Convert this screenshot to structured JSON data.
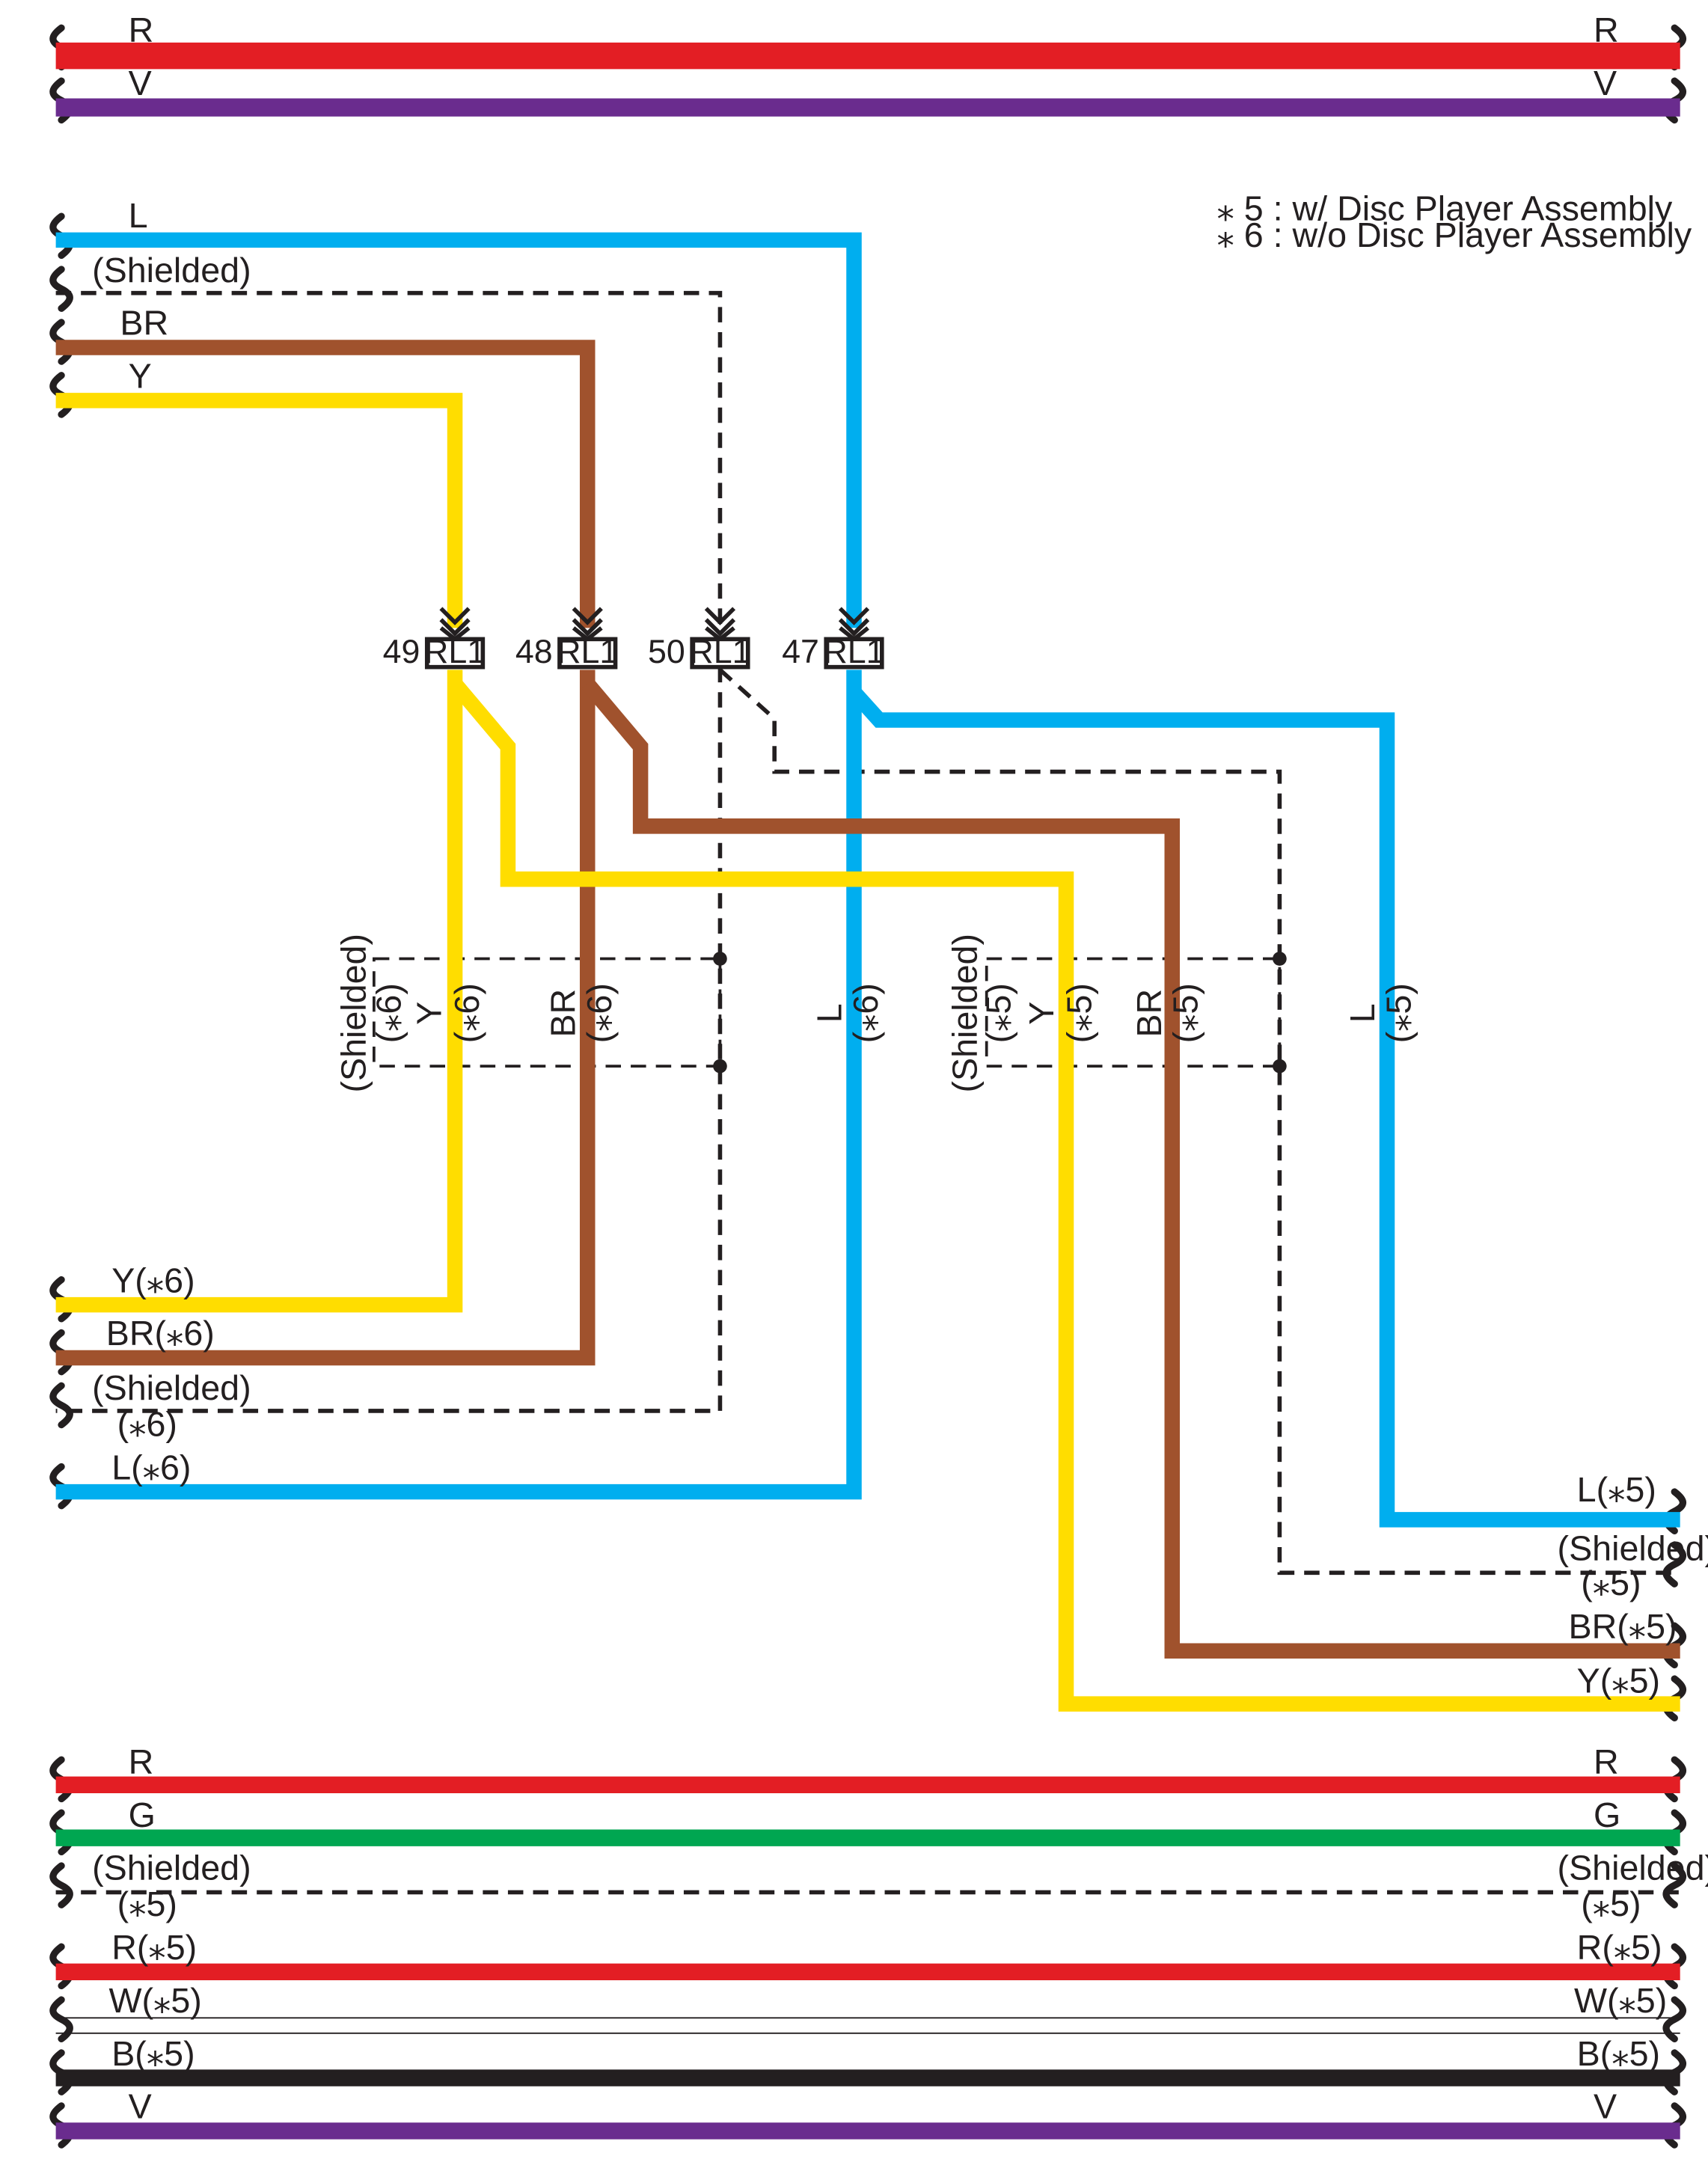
{
  "colors": {
    "R": "#e31e24",
    "V": "#6a2c8e",
    "L": "#00aeef",
    "BR": "#a0522d",
    "Y": "#ffdd00",
    "G": "#00a651",
    "B": "#231f20",
    "W": "#ffffff",
    "line": "#231f20"
  },
  "notes": {
    "n5": "⁎ 5 : w/ Disc Player Assembly",
    "n6": "⁎ 6 : w/o Disc Player Assembly"
  },
  "top_wires": {
    "r_left": "R",
    "r_right": "R",
    "v_left": "V",
    "v_right": "V"
  },
  "upper_inputs": {
    "l": "L",
    "shielded": "(Shielded)",
    "br": "BR",
    "y": "Y"
  },
  "connectors": [
    {
      "pin": "49",
      "name": "RL1"
    },
    {
      "pin": "48",
      "name": "RL1"
    },
    {
      "pin": "50",
      "name": "RL1"
    },
    {
      "pin": "47",
      "name": "RL1"
    }
  ],
  "shield_box_6": {
    "shielded": "(Shielded)",
    "mark1": "(⁎6)",
    "y": "Y",
    "y_mark": "(⁎6)",
    "br": "BR",
    "br_mark": "(⁎6)",
    "l": "L",
    "l_mark": "(⁎6)"
  },
  "shield_box_5": {
    "shielded": "(Shielded)",
    "mark1": "(⁎5)",
    "y": "Y",
    "y_mark": "(⁎5)",
    "br": "BR",
    "br_mark": "(⁎5)",
    "l": "L",
    "l_mark": "(⁎5)"
  },
  "lower_left": {
    "y6": "Y(⁎6)",
    "br6": "BR(⁎6)",
    "shielded": "(Shielded)",
    "shielded_mark": "(⁎6)",
    "l6": "L(⁎6)"
  },
  "lower_right": {
    "l5": "L(⁎5)",
    "shielded": "(Shielded)",
    "shielded_mark": "(⁎5)",
    "br5": "BR(⁎5)",
    "y5": "Y(⁎5)"
  },
  "bottom_wires": {
    "r_left": "R",
    "r_right": "R",
    "g_left": "G",
    "g_right": "G",
    "sh_left": "(Shielded)",
    "sh_right": "(Shielded)",
    "sh_mark_left": "(⁎5)",
    "sh_mark_right": "(⁎5)",
    "r5_left": "R(⁎5)",
    "r5_right": "R(⁎5)",
    "w5_left": "W(⁎5)",
    "w5_right": "W(⁎5)",
    "b5_left": "B(⁎5)",
    "b5_right": "B(⁎5)",
    "v_left": "V",
    "v_right": "V"
  }
}
